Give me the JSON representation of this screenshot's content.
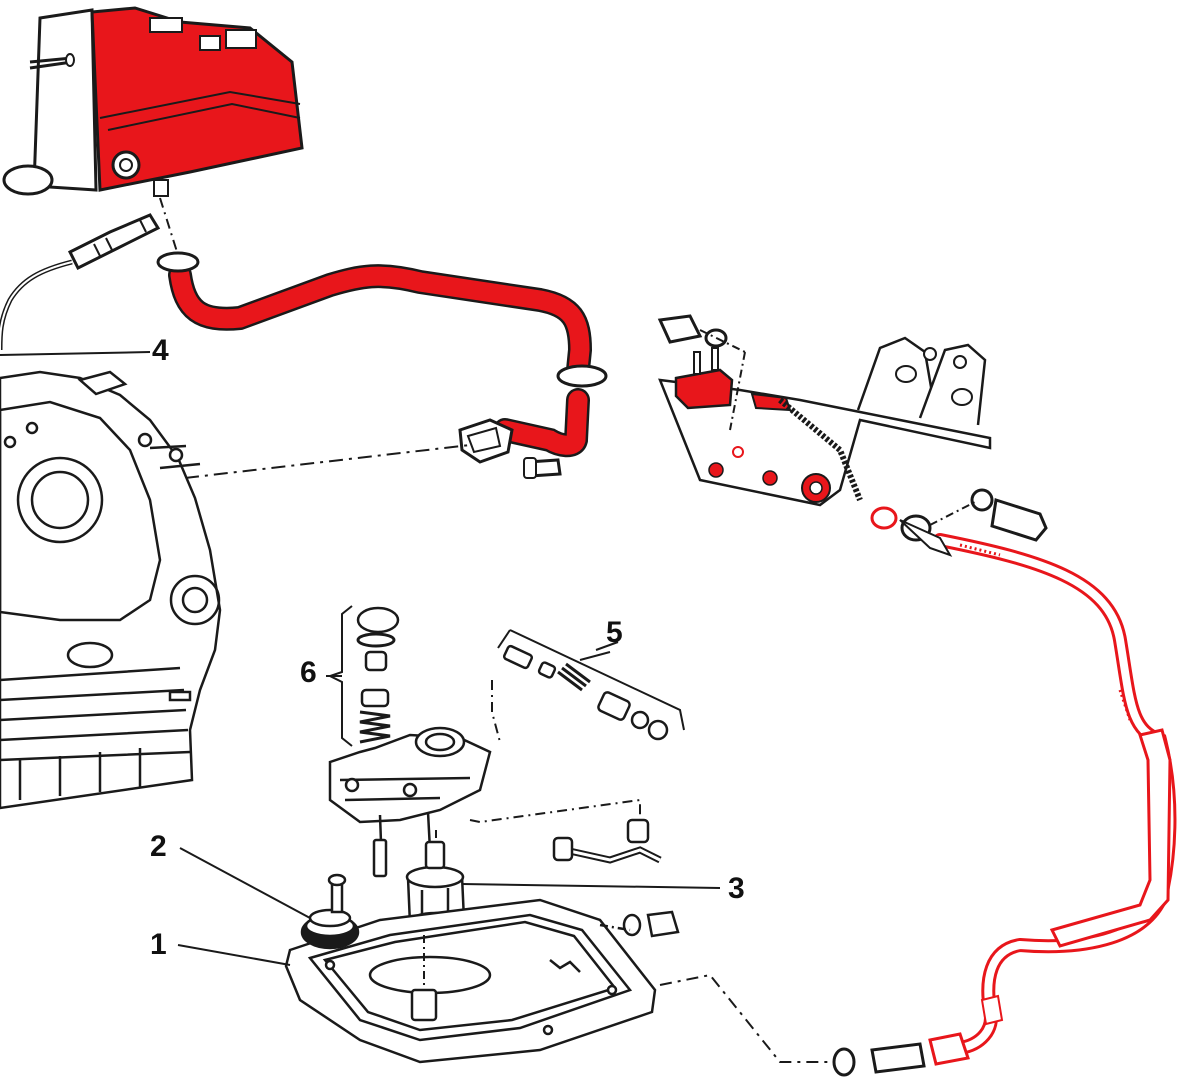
{
  "callouts": [
    "1",
    "2",
    "3",
    "4",
    "5",
    "6"
  ],
  "colors": {
    "highlight": "#e8161b",
    "line": "#1a1a1a",
    "background": "#ffffff"
  }
}
